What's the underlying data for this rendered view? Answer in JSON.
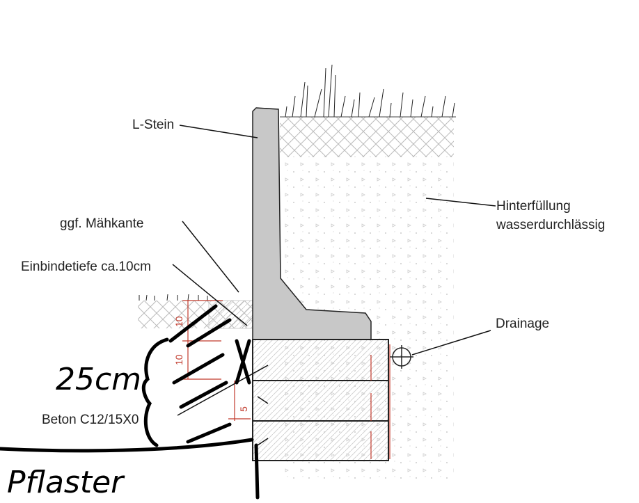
{
  "labels": {
    "l_stein": "L-Stein",
    "backfill_line1": "Hinterfüllung",
    "backfill_line2": "wasserdurchlässig",
    "mow_edge": "ggf. Mähkante",
    "embed_depth": "Einbindetiefe ca.10cm",
    "drainage": "Drainage",
    "concrete": "Beton C12/15X0"
  },
  "dimensions": {
    "top": "10",
    "middle": "10",
    "bottom": "5"
  },
  "handwritten": {
    "thickness": "25cm",
    "paving": "Pflaster"
  },
  "colors": {
    "stone": "#c8c8c8",
    "dimension": "#c0392b",
    "ink": "#000000"
  }
}
